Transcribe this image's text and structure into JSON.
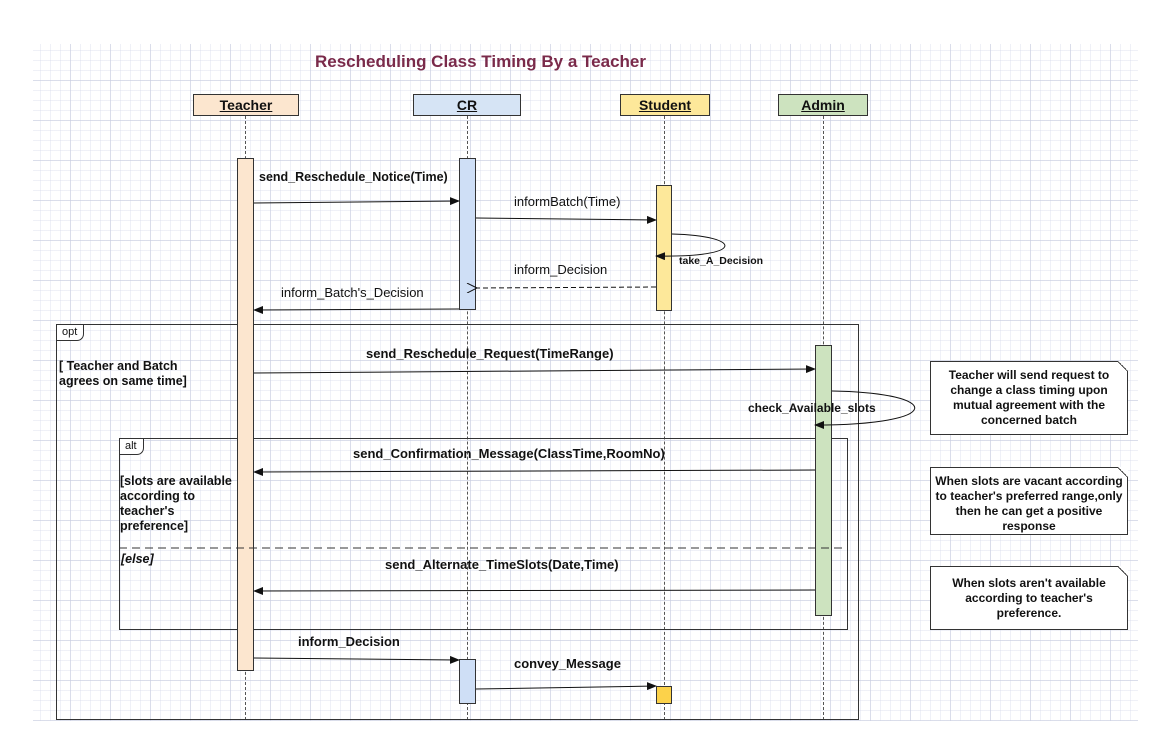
{
  "title": "Rescheduling Class Timing By a Teacher",
  "participants": [
    {
      "name": "Teacher",
      "color": "#fce6cf"
    },
    {
      "name": "CR",
      "color": "#d6e4f5"
    },
    {
      "name": "Student",
      "color": "#fde89a"
    },
    {
      "name": "Admin",
      "color": "#cde3bf"
    }
  ],
  "messages": {
    "m1": "send_Reschedule_Notice(Time)",
    "m2": "informBatch(Time)",
    "m3": "take_A_Decision",
    "m4": "inform_Decision",
    "m5": "inform_Batch's_Decision",
    "m6": "send_Reschedule_Request(TimeRange)",
    "m7": "check_Available_slots",
    "m8": "send_Confirmation_Message(ClassTime,RoomNo)",
    "m9": "send_Alternate_TimeSlots(Date,Time)",
    "m10": "inform_Decision",
    "m11": "convey_Message"
  },
  "frames": {
    "opt_label": "opt",
    "opt_guard": "[ Teacher and Batch agrees on same time]",
    "alt_label": "alt",
    "alt_guard": "[slots are available according to teacher's preference]",
    "else_guard": "[else]"
  },
  "notes": [
    "Teacher will send request to change a class timing upon mutual agreement with the concerned batch",
    "When slots are vacant according to teacher's preferred range,only then he can get a positive response",
    "When slots aren't available according to teacher's preference."
  ]
}
